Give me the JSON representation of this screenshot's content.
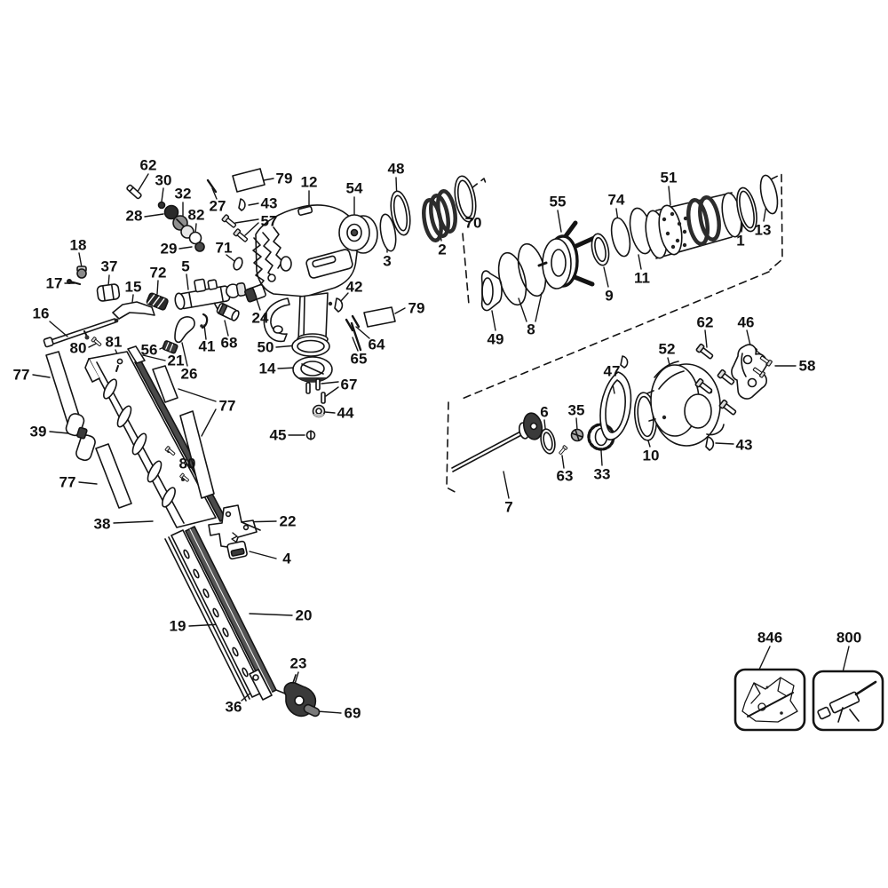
{
  "diagram": {
    "type": "exploded-parts-diagram",
    "subject": "Pneumatic framing nailer exploded parts view",
    "background_color": "#ffffff",
    "line_color": "#141414",
    "label_color": "#111111",
    "dashed_group_count": 2
  },
  "callouts": [
    {
      "text": "62"
    },
    {
      "text": "30"
    },
    {
      "text": "32"
    },
    {
      "text": "28"
    },
    {
      "text": "82"
    },
    {
      "text": "27"
    },
    {
      "text": "79"
    },
    {
      "text": "43"
    },
    {
      "text": "57"
    },
    {
      "text": "12"
    },
    {
      "text": "54"
    },
    {
      "text": "29"
    },
    {
      "text": "71"
    },
    {
      "text": "48"
    },
    {
      "text": "2"
    },
    {
      "text": "3"
    },
    {
      "text": "70"
    },
    {
      "text": "55"
    },
    {
      "text": "74"
    },
    {
      "text": "51"
    },
    {
      "text": "1"
    },
    {
      "text": "13"
    },
    {
      "text": "11"
    },
    {
      "text": "9"
    },
    {
      "text": "8"
    },
    {
      "text": "49"
    },
    {
      "text": "42"
    },
    {
      "text": "79"
    },
    {
      "text": "64"
    },
    {
      "text": "65"
    },
    {
      "text": "18"
    },
    {
      "text": "37"
    },
    {
      "text": "17"
    },
    {
      "text": "72"
    },
    {
      "text": "5"
    },
    {
      "text": "15"
    },
    {
      "text": "16"
    },
    {
      "text": "80"
    },
    {
      "text": "81"
    },
    {
      "text": "56"
    },
    {
      "text": "21"
    },
    {
      "text": "26"
    },
    {
      "text": "41"
    },
    {
      "text": "68"
    },
    {
      "text": "24"
    },
    {
      "text": "50"
    },
    {
      "text": "14"
    },
    {
      "text": "67"
    },
    {
      "text": "44"
    },
    {
      "text": "45"
    },
    {
      "text": "77"
    },
    {
      "text": "39"
    },
    {
      "text": "77"
    },
    {
      "text": "77"
    },
    {
      "text": "80"
    },
    {
      "text": "38"
    },
    {
      "text": "22"
    },
    {
      "text": "4"
    },
    {
      "text": "20"
    },
    {
      "text": "19"
    },
    {
      "text": "23"
    },
    {
      "text": "36"
    },
    {
      "text": "69"
    },
    {
      "text": "62"
    },
    {
      "text": "46"
    },
    {
      "text": "58"
    },
    {
      "text": "52"
    },
    {
      "text": "47"
    },
    {
      "text": "6"
    },
    {
      "text": "35"
    },
    {
      "text": "63"
    },
    {
      "text": "33"
    },
    {
      "text": "10"
    },
    {
      "text": "43"
    },
    {
      "text": "7"
    },
    {
      "text": "846"
    },
    {
      "text": "800"
    }
  ],
  "kit_boxes": [
    {
      "icon": "parts-kit-pouch-icon"
    },
    {
      "icon": "applicator-tool-icon"
    }
  ]
}
